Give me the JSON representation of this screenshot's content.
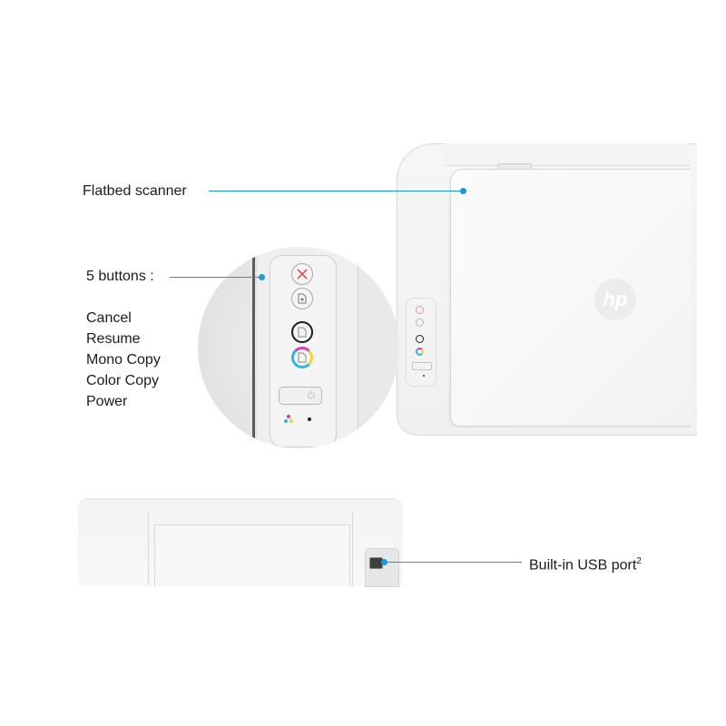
{
  "callouts": {
    "flatbed": {
      "label": "Flatbed scanner"
    },
    "buttons": {
      "label": "5 buttons :"
    },
    "button_list": [
      "Cancel",
      "Resume",
      "Mono Copy",
      "Color Copy",
      "Power"
    ],
    "usb": {
      "label": "Built-in USB port",
      "superscript": "2"
    }
  },
  "product": {
    "logo_text": "hp"
  },
  "colors": {
    "leader_line": "#1a9ad6",
    "cancel_icon": "#d83b3b",
    "text": "#1b1b1b"
  }
}
